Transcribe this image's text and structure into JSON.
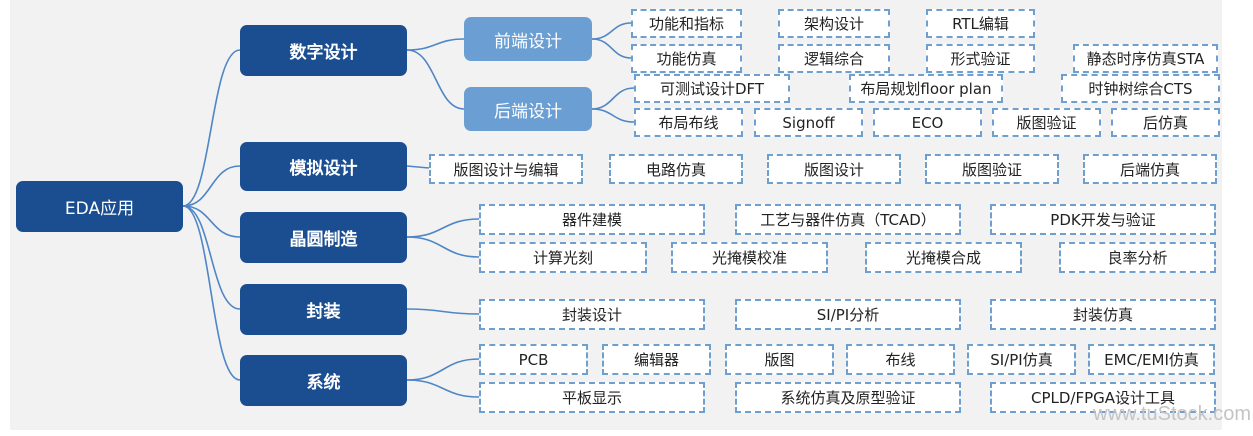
{
  "colors": {
    "dark_node": "#1a4e91",
    "light_node": "#6b9fd3",
    "dashed_border": "#6f9fcf",
    "connector": "#4f86c6",
    "panel": "#f2f2f2"
  },
  "root": {
    "label": "EDA应用"
  },
  "categories": {
    "digital": {
      "label": "数字设计",
      "frontend": {
        "label": "前端设计",
        "items": [
          "功能和指标",
          "架构设计",
          "RTL编辑",
          "功能仿真",
          "逻辑综合",
          "形式验证",
          "静态时序仿真STA"
        ]
      },
      "backend": {
        "label": "后端设计",
        "items": [
          "可测试设计DFT",
          "布局规划floor plan",
          "时钟树综合CTS",
          "布局布线",
          "Signoff",
          "ECO",
          "版图验证",
          "后仿真"
        ]
      }
    },
    "analog": {
      "label": "模拟设计",
      "items": [
        "版图设计与编辑",
        "电路仿真",
        "版图设计",
        "版图验证",
        "后端仿真"
      ]
    },
    "wafer": {
      "label": "晶圆制造",
      "items": [
        "器件建模",
        "工艺与器件仿真（TCAD）",
        "PDK开发与验证",
        "计算光刻",
        "光掩模校准",
        "光掩模合成",
        "良率分析"
      ]
    },
    "packaging": {
      "label": "封装",
      "items": [
        "封装设计",
        "SI/PI分析",
        "封装仿真"
      ]
    },
    "system": {
      "label": "系统",
      "items": [
        "PCB",
        "编辑器",
        "版图",
        "布线",
        "SI/PI仿真",
        "EMC/EMI仿真",
        "平板显示",
        "系统仿真及原型验证",
        "CPLD/FPGA设计工具"
      ]
    }
  },
  "watermark": "www.tuStock.com"
}
